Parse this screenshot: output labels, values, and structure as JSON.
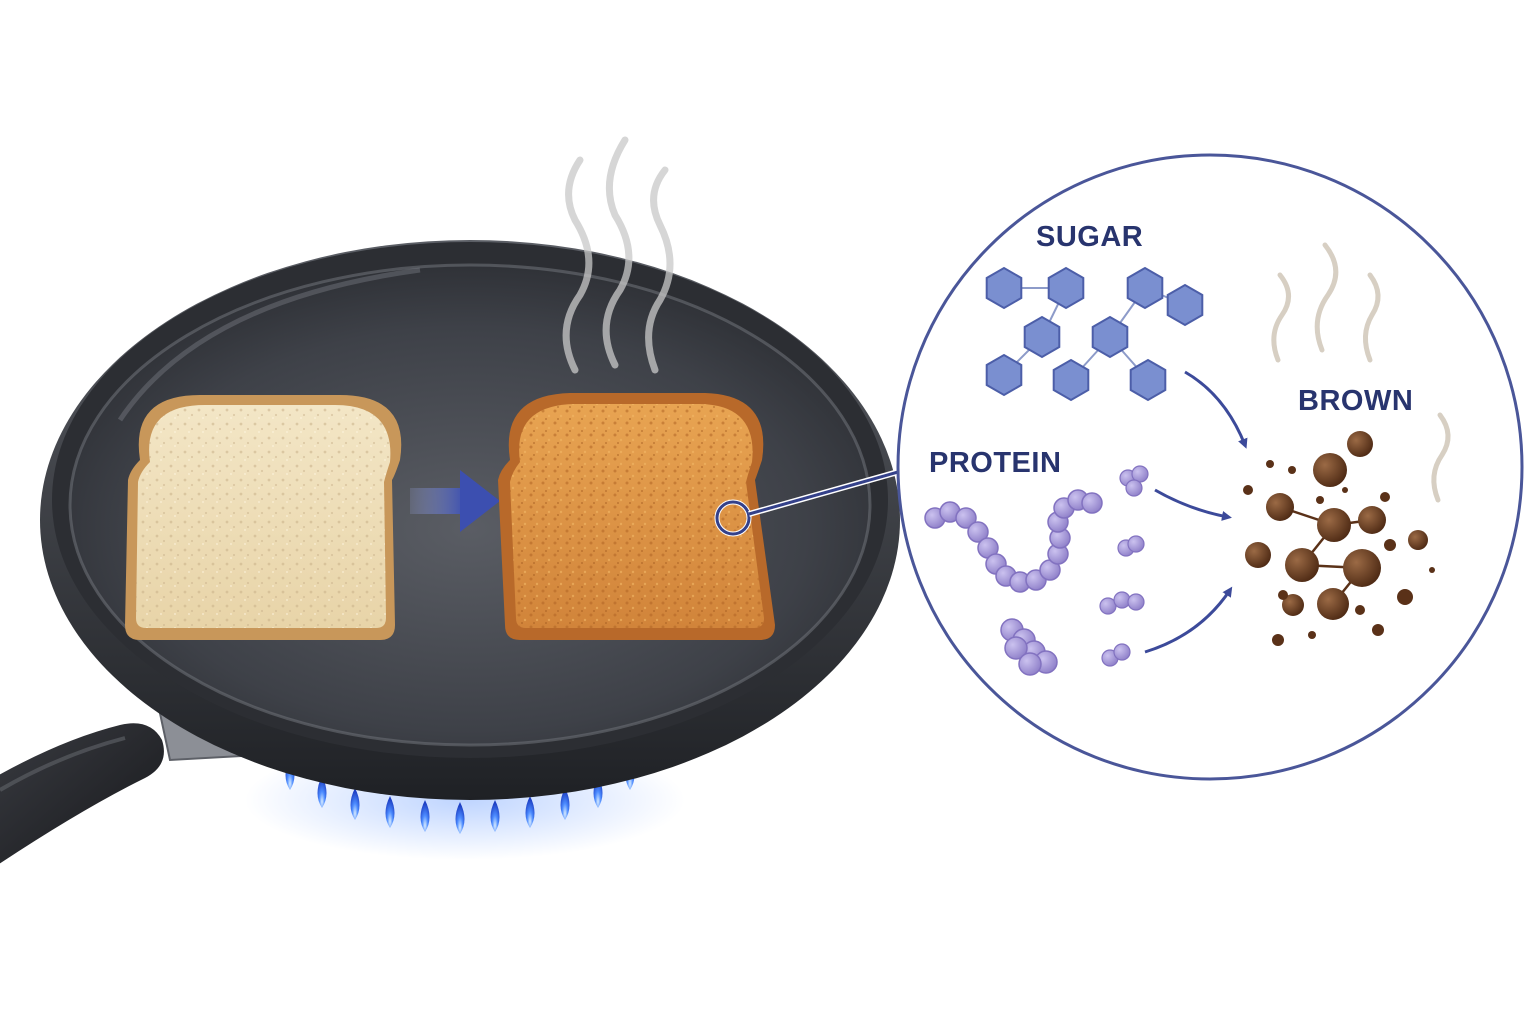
{
  "labels": {
    "sugar": "SUGAR",
    "protein": "PROTEIN",
    "brown": "BROWN"
  },
  "colors": {
    "label": "#28346e",
    "circle_outline": "#4a5699",
    "sugar_hexagon": "#7a8fd0",
    "protein_bead": "#a79ad8",
    "brown_particle": "#6b3e22",
    "flame": "#2f6cf0",
    "pan": "#3a3d44",
    "plain_bread": "#ecdcb8",
    "toasted_bread": "#d9903f"
  },
  "icons": {
    "pan": "frying-pan-icon",
    "burner": "gas-flame-icon",
    "bread_before": "plain-bread-icon",
    "bread_after": "toasted-bread-icon",
    "arrow": "right-arrow-icon",
    "steam": "steam-icon",
    "magnifier": "zoom-circle-icon"
  }
}
